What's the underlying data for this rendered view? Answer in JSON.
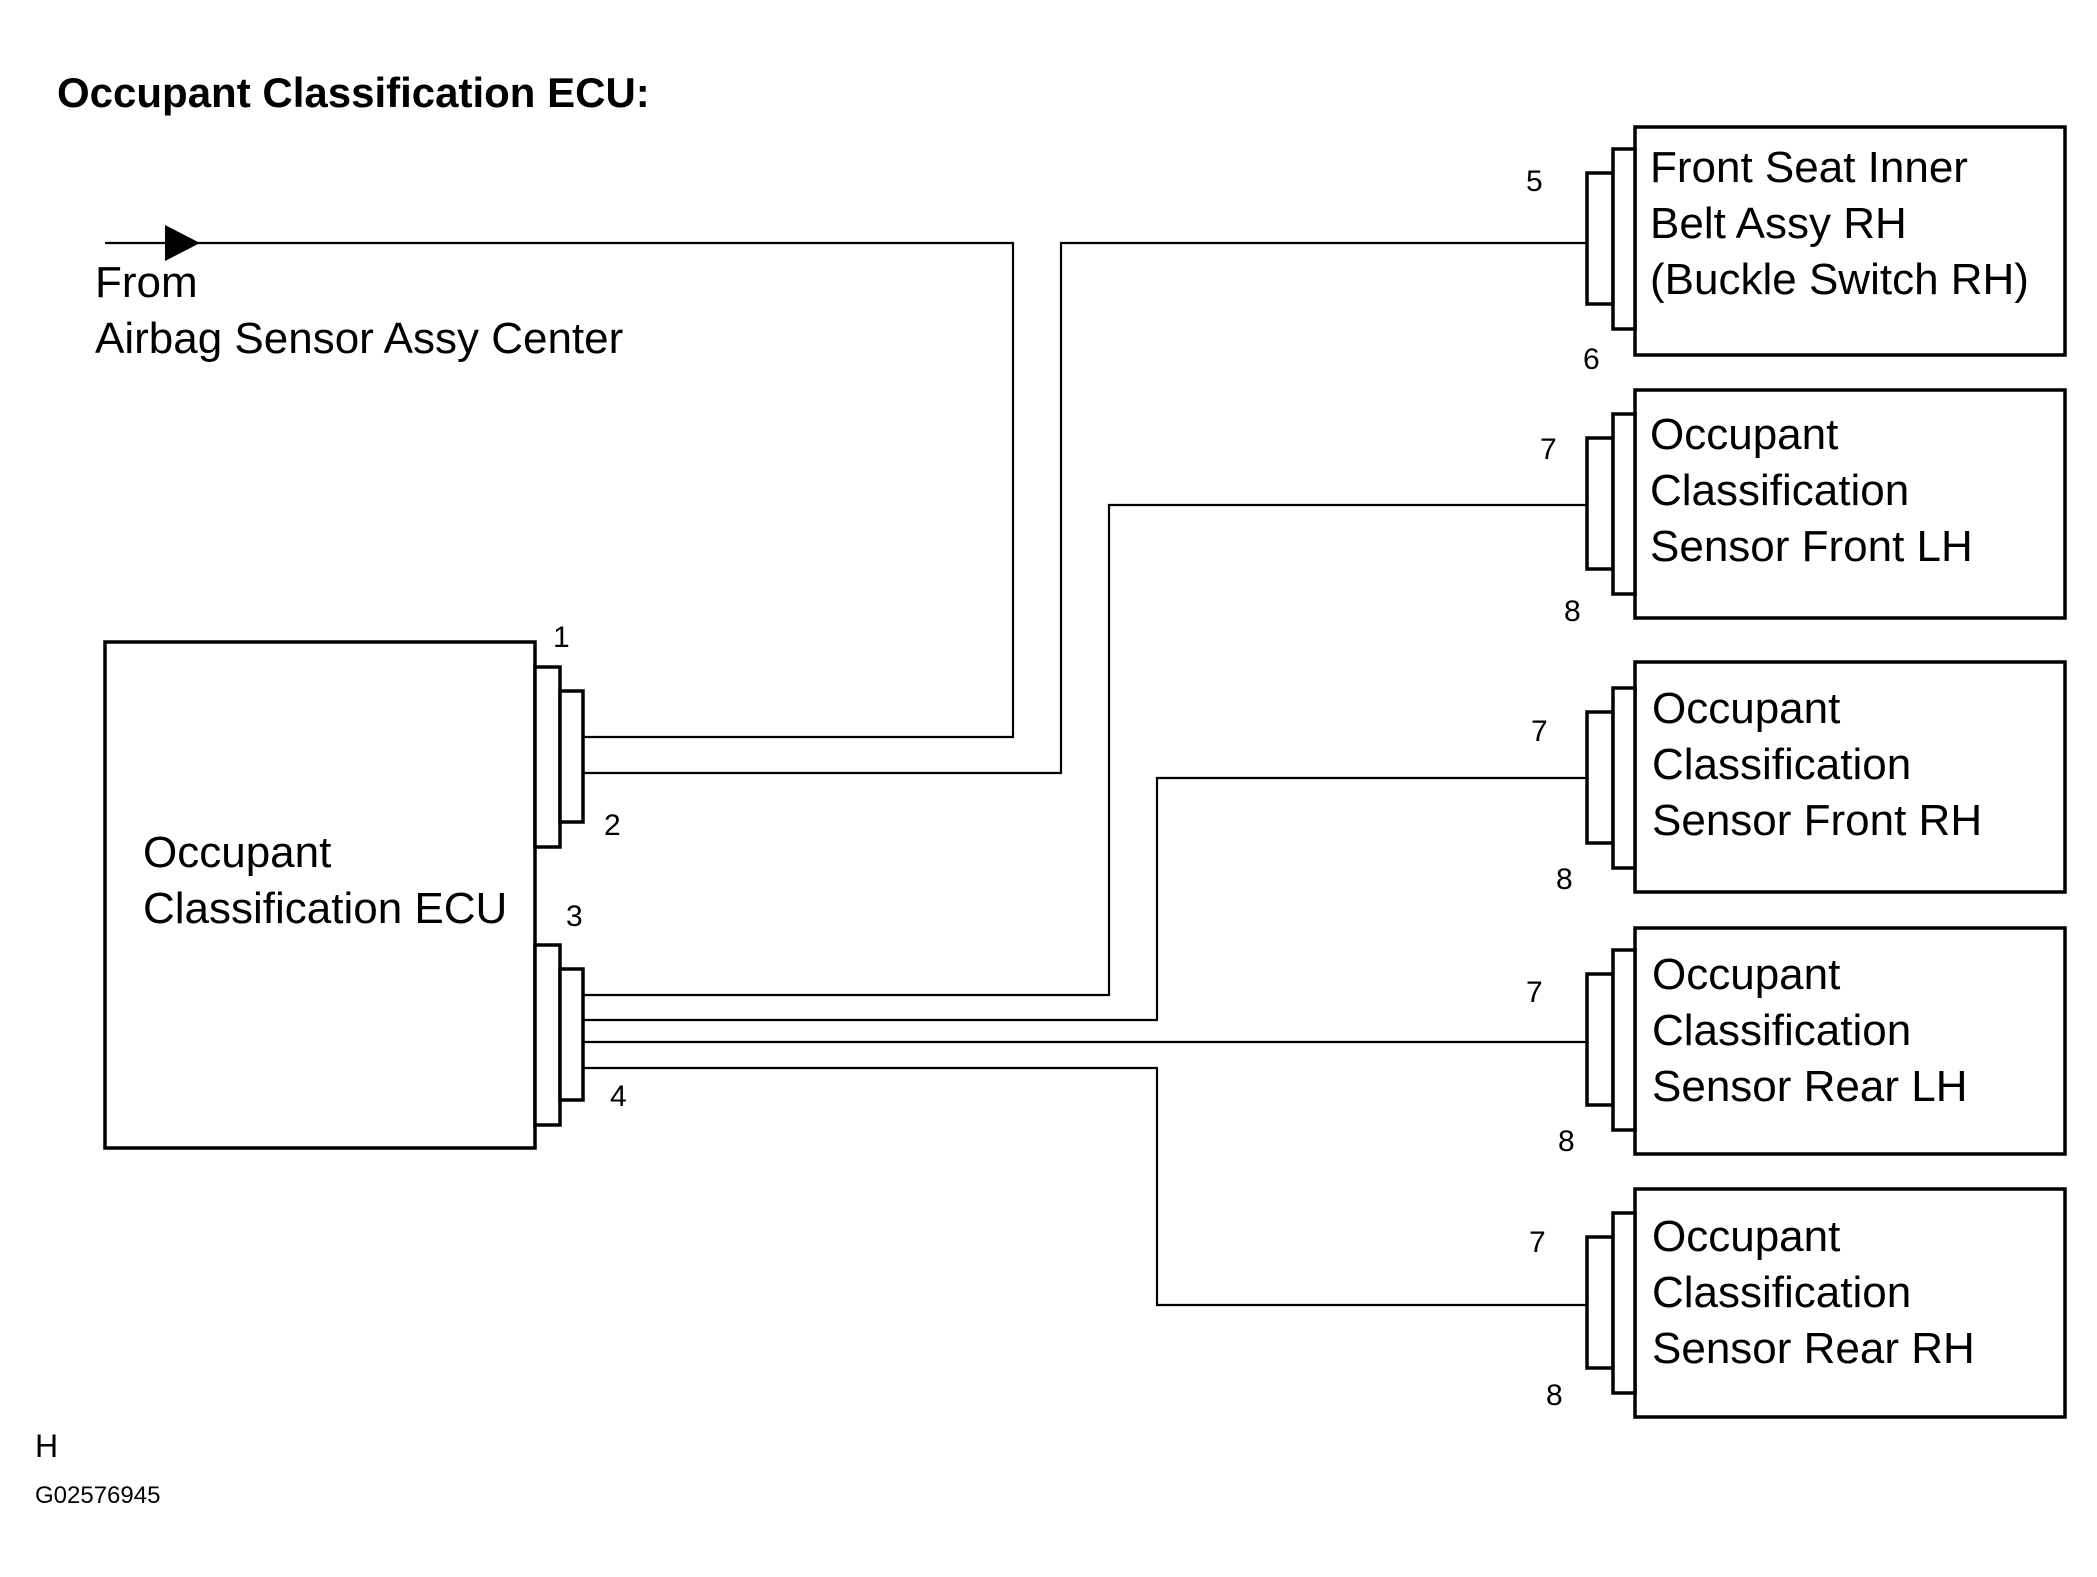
{
  "title": "Occupant Classification ECU:",
  "source": {
    "line1": "From",
    "line2": "Airbag Sensor Assy Center"
  },
  "ecu": {
    "lines": [
      "Occupant",
      "Classification ECU"
    ],
    "pins": [
      "1",
      "2",
      "3",
      "4"
    ]
  },
  "components": [
    {
      "lines": [
        "Front Seat Inner",
        "Belt Assy RH",
        "(Buckle Switch RH)"
      ],
      "pin_top": "5",
      "pin_bottom": "6"
    },
    {
      "lines": [
        "Occupant",
        "Classification",
        "Sensor Front LH"
      ],
      "pin_top": "7",
      "pin_bottom": "8"
    },
    {
      "lines": [
        "Occupant",
        "Classification",
        "Sensor Front RH"
      ],
      "pin_top": "7",
      "pin_bottom": "8"
    },
    {
      "lines": [
        "Occupant",
        "Classification",
        "Sensor Rear LH"
      ],
      "pin_top": "7",
      "pin_bottom": "8"
    },
    {
      "lines": [
        "Occupant",
        "Classification",
        "Sensor Rear RH"
      ],
      "pin_top": "7",
      "pin_bottom": "8"
    }
  ],
  "footer": {
    "letter": "H",
    "code": "G02576945"
  }
}
